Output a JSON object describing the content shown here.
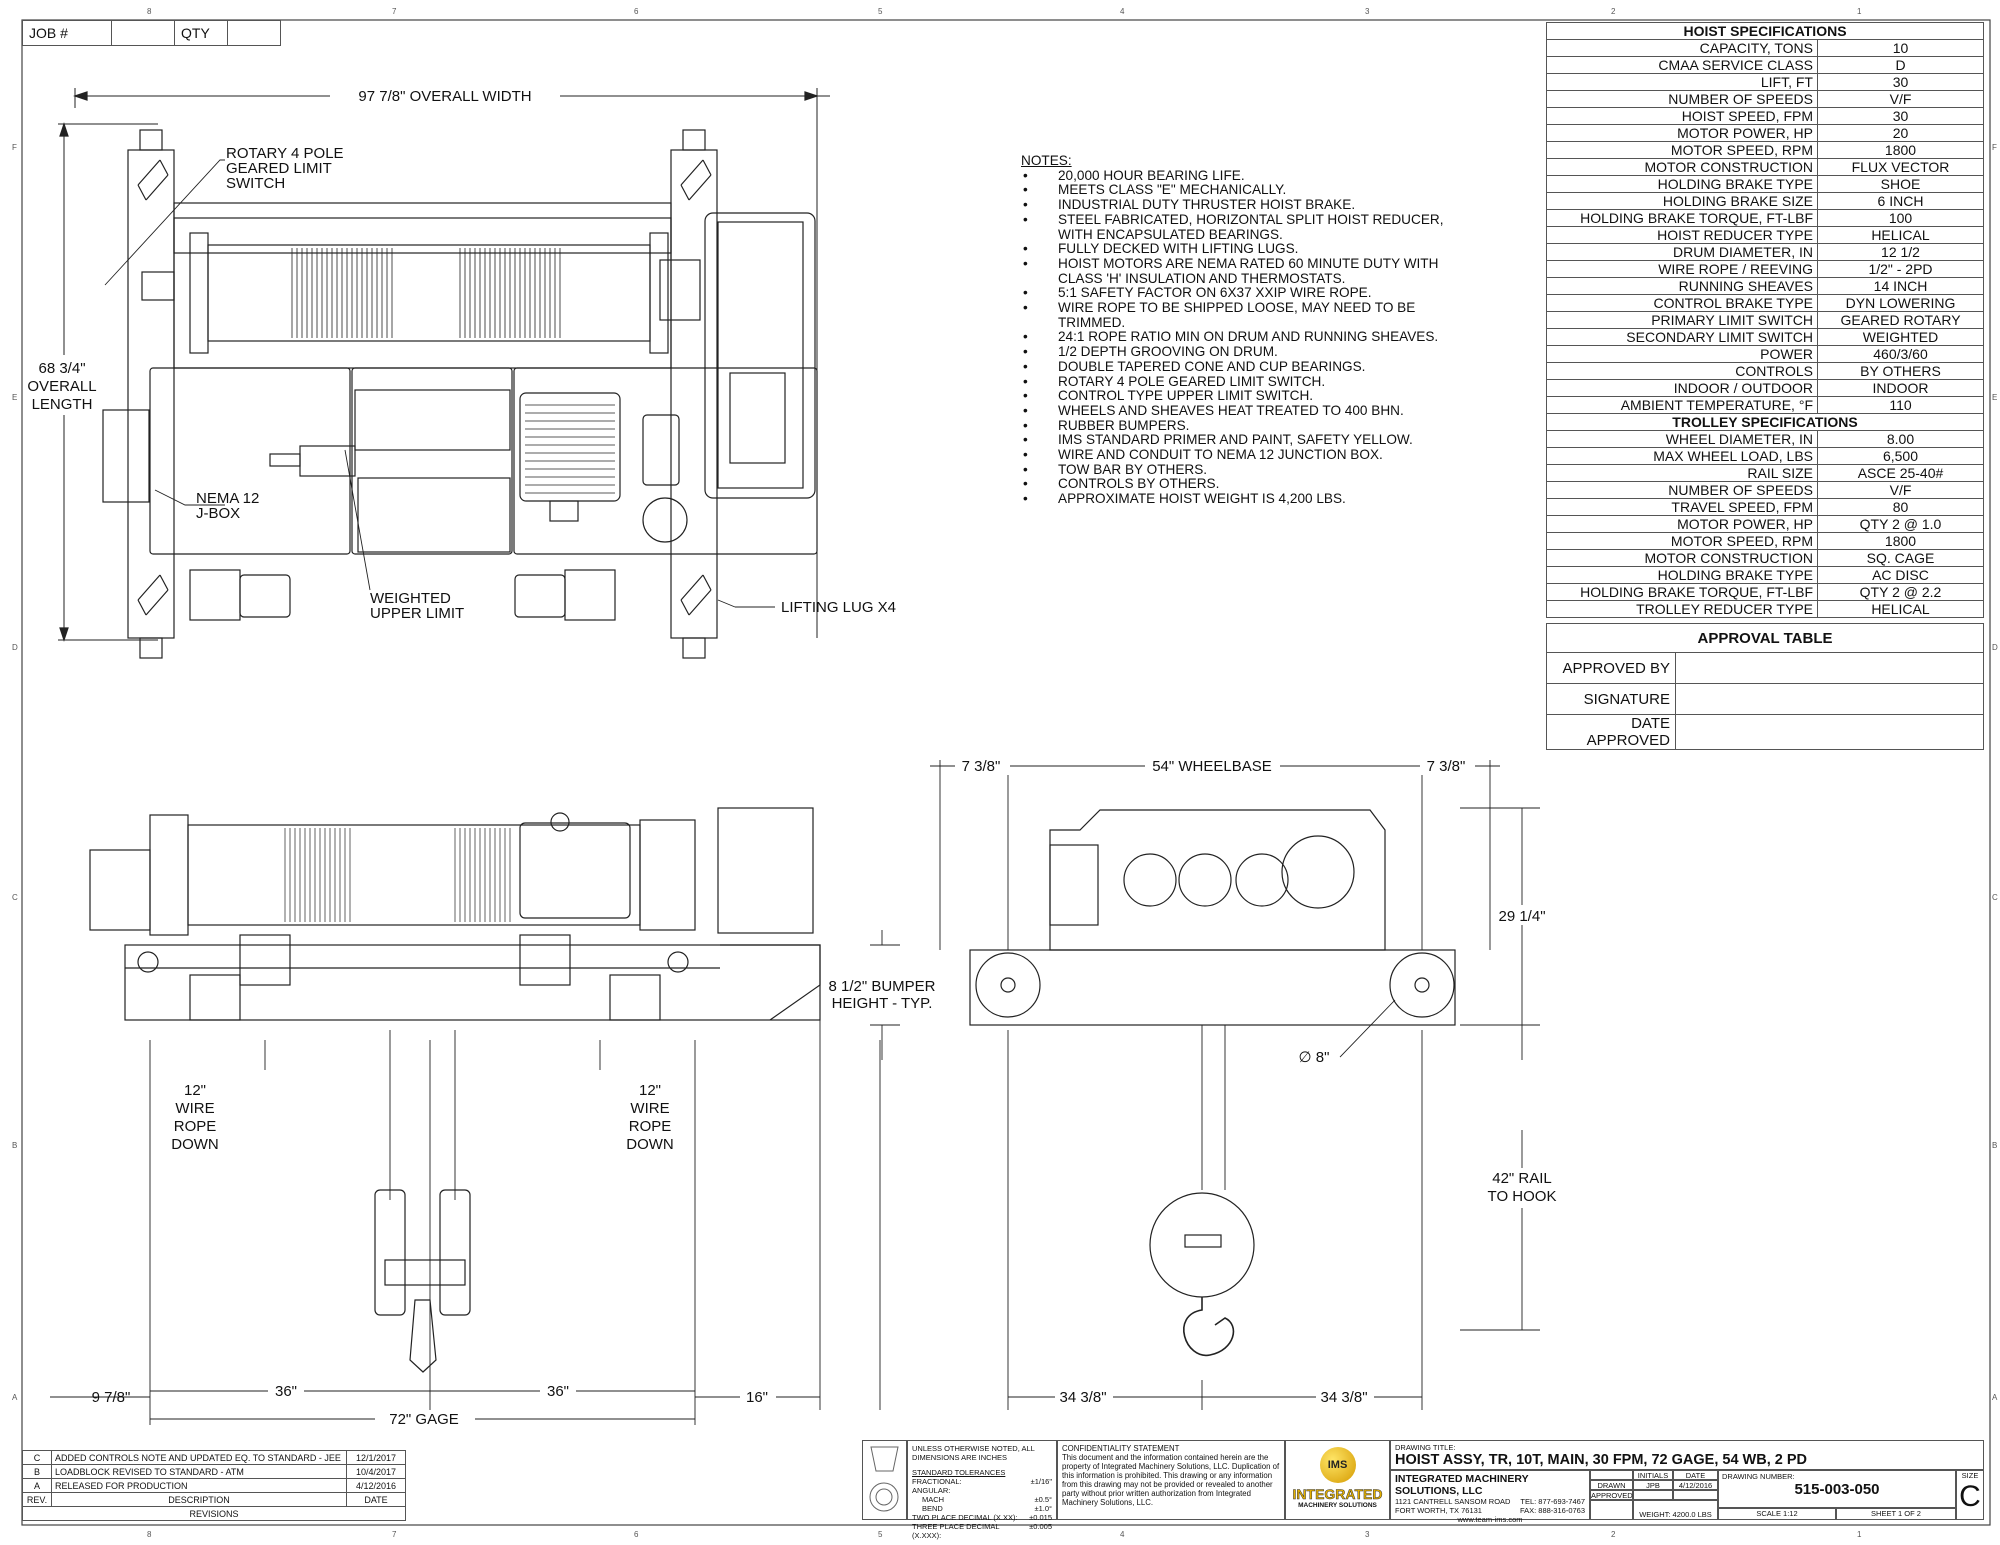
{
  "job_block": {
    "job_label": "JOB #",
    "job_value": "",
    "qty_label": "QTY",
    "qty_value": ""
  },
  "zones": {
    "columns": [
      "8",
      "7",
      "6",
      "5",
      "4",
      "3",
      "2",
      "1"
    ],
    "rows": [
      "F",
      "E",
      "D",
      "C",
      "B",
      "A"
    ]
  },
  "top_view": {
    "overall_width": "97 7/8\" OVERALL WIDTH",
    "overall_length": [
      "68 3/4\"",
      "OVERALL",
      "LENGTH"
    ],
    "limit_switch": [
      "ROTARY 4 POLE",
      "GEARED LIMIT",
      "SWITCH"
    ],
    "jbox": [
      "NEMA 12",
      "J-BOX"
    ],
    "weighted_limit": [
      "WEIGHTED",
      "UPPER LIMIT"
    ],
    "lifting_lug": "LIFTING LUG X4"
  },
  "front_view": {
    "bumper": [
      "8 1/2\" BUMPER",
      "HEIGHT - TYP."
    ],
    "rope_left": [
      "12\"",
      "WIRE",
      "ROPE",
      "DOWN"
    ],
    "rope_right": [
      "12\"",
      "WIRE",
      "ROPE",
      "DOWN"
    ],
    "dim_left": "9 7/8\"",
    "dim_36_a": "36\"",
    "dim_36_b": "36\"",
    "dim_16": "16\"",
    "gage": "72\" GAGE"
  },
  "side_view": {
    "left_overhang": "7 3/8\"",
    "wheelbase": "54\" WHEELBASE",
    "right_overhang": "7 3/8\"",
    "height": "29 1/4\"",
    "wheel_dia": "∅ 8\"",
    "rail_to_hook": [
      "42\" RAIL",
      "TO HOOK"
    ],
    "half_left": "34 3/8\"",
    "half_right": "34 3/8\""
  },
  "notes": {
    "title": "NOTES:",
    "items": [
      "20,000 HOUR BEARING LIFE.",
      "MEETS CLASS \"E\" MECHANICALLY.",
      "INDUSTRIAL DUTY THRUSTER HOIST BRAKE.",
      "STEEL FABRICATED, HORIZONTAL SPLIT HOIST REDUCER, WITH ENCAPSULATED BEARINGS.",
      "FULLY DECKED WITH LIFTING LUGS.",
      "HOIST MOTORS ARE NEMA RATED 60 MINUTE DUTY WITH CLASS 'H' INSULATION AND THERMOSTATS.",
      "5:1 SAFETY FACTOR ON 6X37 XXIP WIRE ROPE.",
      "WIRE ROPE TO BE SHIPPED LOOSE, MAY NEED TO BE TRIMMED.",
      "24:1 ROPE RATIO MIN ON DRUM AND RUNNING SHEAVES.",
      "1/2 DEPTH GROOVING ON DRUM.",
      "DOUBLE TAPERED CONE AND CUP BEARINGS.",
      "ROTARY 4 POLE GEARED LIMIT SWITCH.",
      "CONTROL TYPE UPPER LIMIT SWITCH.",
      "WHEELS AND SHEAVES HEAT TREATED TO 400 BHN.",
      "RUBBER BUMPERS.",
      "IMS STANDARD PRIMER AND PAINT, SAFETY YELLOW.",
      "WIRE AND CONDUIT TO NEMA 12 JUNCTION BOX.",
      "TOW BAR BY OTHERS.",
      "CONTROLS BY OTHERS.",
      "APPROXIMATE HOIST WEIGHT IS 4,200 LBS."
    ]
  },
  "hoist_specs": {
    "title": "HOIST SPECIFICATIONS",
    "rows": [
      [
        "CAPACITY, TONS",
        "10"
      ],
      [
        "CMAA SERVICE CLASS",
        "D"
      ],
      [
        "LIFT, FT",
        "30"
      ],
      [
        "NUMBER OF SPEEDS",
        "V/F"
      ],
      [
        "HOIST SPEED, FPM",
        "30"
      ],
      [
        "MOTOR POWER, HP",
        "20"
      ],
      [
        "MOTOR SPEED, RPM",
        "1800"
      ],
      [
        "MOTOR CONSTRUCTION",
        "FLUX VECTOR"
      ],
      [
        "HOLDING BRAKE TYPE",
        "SHOE"
      ],
      [
        "HOLDING BRAKE SIZE",
        "6 INCH"
      ],
      [
        "HOLDING BRAKE TORQUE, FT-LBF",
        "100"
      ],
      [
        "HOIST REDUCER TYPE",
        "HELICAL"
      ],
      [
        "DRUM DIAMETER, IN",
        "12 1/2"
      ],
      [
        "WIRE ROPE / REEVING",
        "1/2\" - 2PD"
      ],
      [
        "RUNNING SHEAVES",
        "14 INCH"
      ],
      [
        "CONTROL BRAKE TYPE",
        "DYN LOWERING"
      ],
      [
        "PRIMARY LIMIT SWITCH",
        "GEARED ROTARY"
      ],
      [
        "SECONDARY LIMIT SWITCH",
        "WEIGHTED"
      ],
      [
        "POWER",
        "460/3/60"
      ],
      [
        "CONTROLS",
        "BY OTHERS"
      ],
      [
        "INDOOR / OUTDOOR",
        "INDOOR"
      ],
      [
        "AMBIENT TEMPERATURE, °F",
        "110"
      ]
    ]
  },
  "trolley_specs": {
    "title": "TROLLEY SPECIFICATIONS",
    "rows": [
      [
        "WHEEL DIAMETER, IN",
        "8.00"
      ],
      [
        "MAX WHEEL LOAD, LBS",
        "6,500"
      ],
      [
        "RAIL SIZE",
        "ASCE 25-40#"
      ],
      [
        "NUMBER OF SPEEDS",
        "V/F"
      ],
      [
        "TRAVEL SPEED, FPM",
        "80"
      ],
      [
        "MOTOR POWER, HP",
        "QTY 2 @ 1.0"
      ],
      [
        "MOTOR SPEED, RPM",
        "1800"
      ],
      [
        "MOTOR CONSTRUCTION",
        "SQ. CAGE"
      ],
      [
        "HOLDING BRAKE TYPE",
        "AC DISC"
      ],
      [
        "HOLDING BRAKE TORQUE, FT-LBF",
        "QTY 2 @ 2.2"
      ],
      [
        "TROLLEY REDUCER TYPE",
        "HELICAL"
      ]
    ]
  },
  "approval": {
    "title": "APPROVAL TABLE",
    "rows": [
      "APPROVED BY",
      "SIGNATURE",
      "DATE APPROVED"
    ]
  },
  "revisions": {
    "title": "REVISIONS",
    "headers": [
      "REV.",
      "DESCRIPTION",
      "DATE"
    ],
    "rows": [
      [
        "C",
        "ADDED CONTROLS NOTE AND UPDATED EQ. TO STANDARD - JEE",
        "12/1/2017"
      ],
      [
        "B",
        "LOADBLOCK REVISED TO STANDARD - ATM",
        "10/4/2017"
      ],
      [
        "A",
        "RELEASED FOR PRODUCTION",
        "4/12/2016"
      ]
    ]
  },
  "title_block": {
    "tolerances": {
      "header": "UNLESS OTHERWISE NOTED, ALL DIMENSIONS ARE INCHES",
      "title": "STANDARD TOLERANCES",
      "rows": [
        [
          "FRACTIONAL:",
          "±1/16\""
        ],
        [
          "ANGULAR:",
          ""
        ],
        [
          "MACH",
          "±0.5°"
        ],
        [
          "BEND",
          "±1.0°"
        ],
        [
          "TWO PLACE DECIMAL (X.XX):",
          "±0.015"
        ],
        [
          "THREE PLACE DECIMAL (X.XXX):",
          "±0.005"
        ]
      ]
    },
    "confidentiality": {
      "title": "CONFIDENTIALITY STATEMENT",
      "text": "This document and the information contained herein are the property of Integrated Machinery Solutions, LLC. Duplication of this information is prohibited. This drawing or any information from this drawing may not be provided or revealed to another party without prior written authorization from Integrated Machinery Solutions, LLC."
    },
    "logo": {
      "badge": "IMS",
      "line1": "INTEGRATED",
      "line2": "MACHINERY SOLUTIONS"
    },
    "drawing_title_label": "DRAWING TITLE:",
    "drawing_title": "HOIST ASSY, TR, 10T, MAIN, 30 FPM, 72 GAGE, 54 WB, 2 PD",
    "company": "INTEGRATED MACHINERY SOLUTIONS, LLC",
    "address1": "1121 CANTRELL SANSOM ROAD",
    "address2": "FORT WORTH, TX 76131",
    "tel": "TEL: 877-693-7467",
    "fax": "FAX: 888-316-0763",
    "website": "www.team-ims.com",
    "initials_label": "INITIALS",
    "date_label": "DATE",
    "drawn_label": "DRAWN",
    "drawn_initials": "JPB",
    "drawn_date": "4/12/2016",
    "approved_label": "APPROVED",
    "weight": "WEIGHT: 4200.0 LBS",
    "drawing_number_label": "DRAWING NUMBER:",
    "drawing_number": "515-003-050",
    "size_label": "SIZE",
    "size": "C",
    "scale": "SCALE 1:12",
    "sheet": "SHEET 1 OF 2"
  }
}
